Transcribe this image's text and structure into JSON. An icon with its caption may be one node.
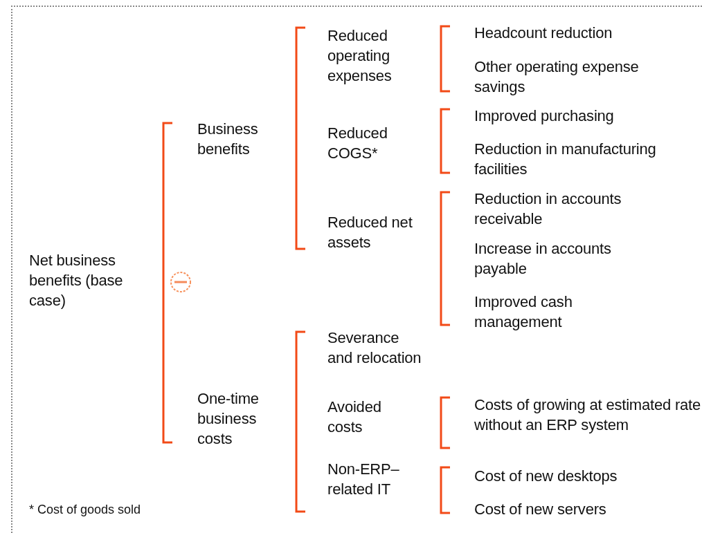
{
  "diagram": {
    "nodes": [
      {
        "text": [
          "Net business benefits (base case)"
        ]
      },
      {
        "text": [
          "Business benefits"
        ]
      },
      {
        "text": [
          "One-time business costs"
        ]
      },
      {
        "text": [
          "Reduced operating expenses"
        ]
      },
      {
        "text": [
          "Reduced COGS*"
        ]
      },
      {
        "text": [
          "Reduced net assets"
        ]
      },
      {
        "text": [
          "Severance and relocation"
        ]
      },
      {
        "text": [
          "Avoided costs"
        ]
      },
      {
        "text": [
          "Non-ERP–related IT"
        ]
      },
      {
        "text": [
          "Headcount reduction"
        ]
      },
      {
        "text": [
          "Other operating expense savings"
        ]
      },
      {
        "text": [
          "Improved purchasing"
        ]
      },
      {
        "text": [
          "Reduction in manufacturing facilities"
        ]
      },
      {
        "text": [
          "Reduction in accounts receivable"
        ]
      },
      {
        "text": [
          "Increase in accounts payable"
        ]
      },
      {
        "text": [
          "Improved cash management"
        ]
      },
      {
        "text": [
          "Costs of growing at estimated rate without an ERP system"
        ]
      },
      {
        "text": [
          "Cost of new desktops"
        ]
      },
      {
        "text": [
          "Cost of new servers"
        ]
      }
    ],
    "labels": [
      "* Cost of goods sold"
    ]
  }
}
